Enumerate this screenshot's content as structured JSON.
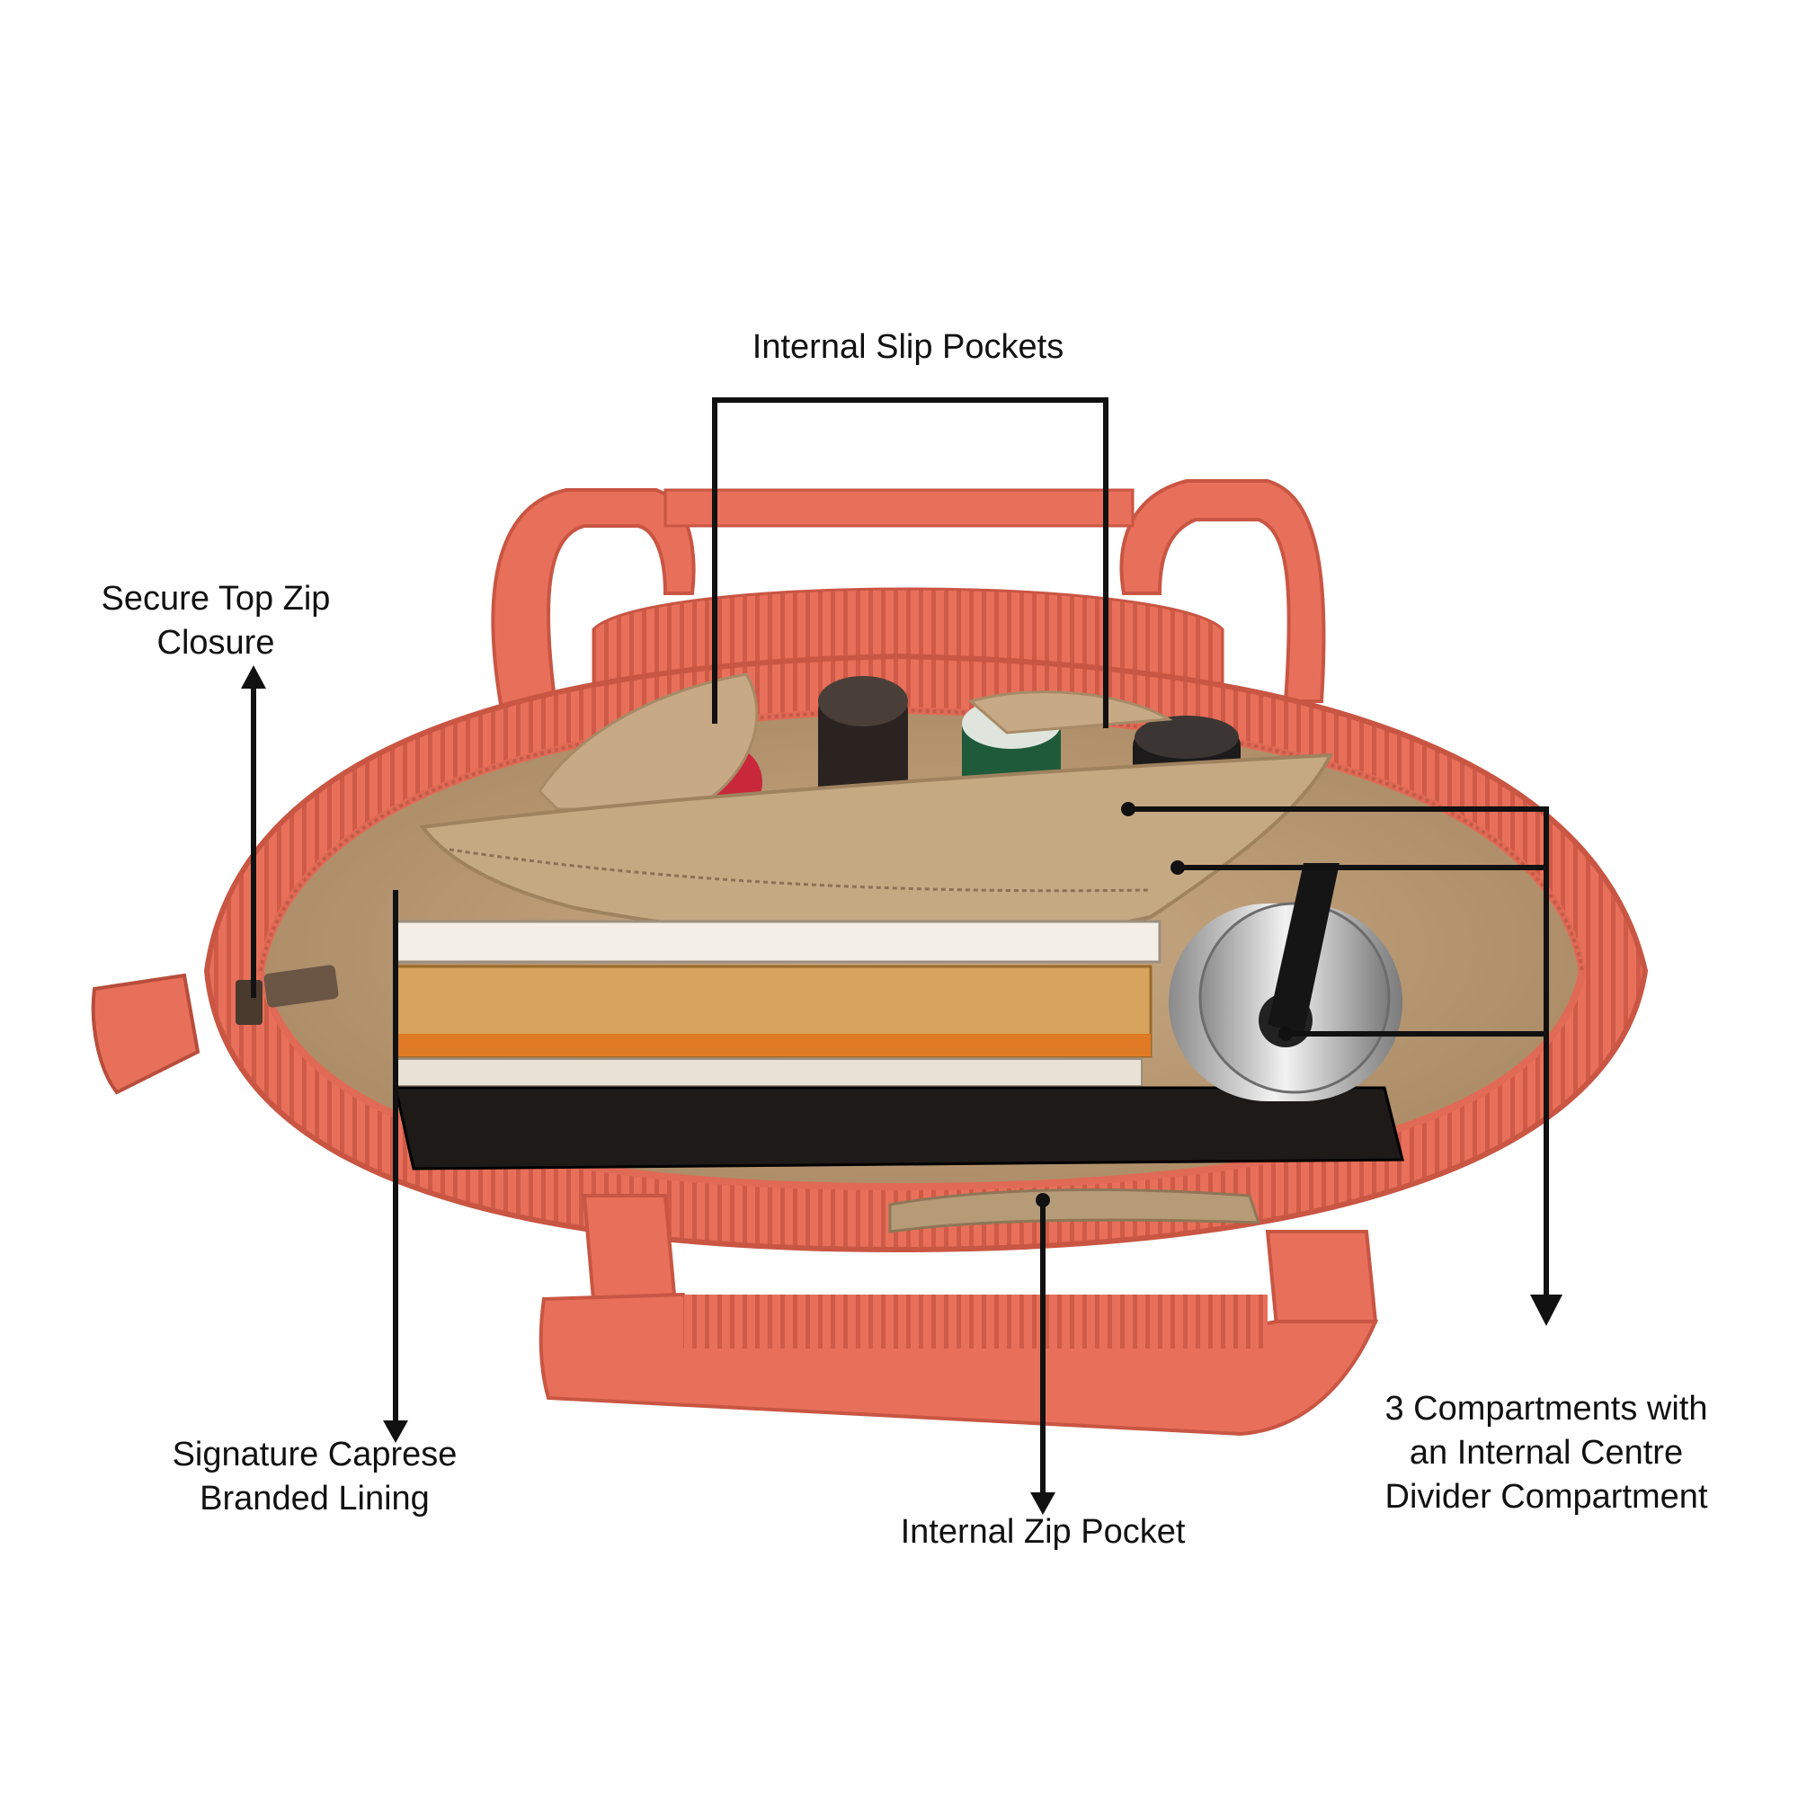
{
  "callouts": {
    "slip_pockets": "Internal Slip Pockets",
    "top_zip": {
      "line1": "Secure Top Zip",
      "line2": "Closure"
    },
    "lining": {
      "line1": "Signature Caprese",
      "line2": "Branded Lining"
    },
    "zip_pocket": "Internal Zip Pocket",
    "compartments": {
      "line1": "3 Compartments with",
      "line2": "an Internal Centre",
      "line3": "Divider Compartment"
    }
  },
  "colors": {
    "bag": "#e8705a",
    "bag_dark": "#c95543",
    "lining": "#cdb594",
    "leader_lines": "#111111"
  },
  "icons": [
    "arrow-up-icon",
    "arrow-down-icon"
  ]
}
